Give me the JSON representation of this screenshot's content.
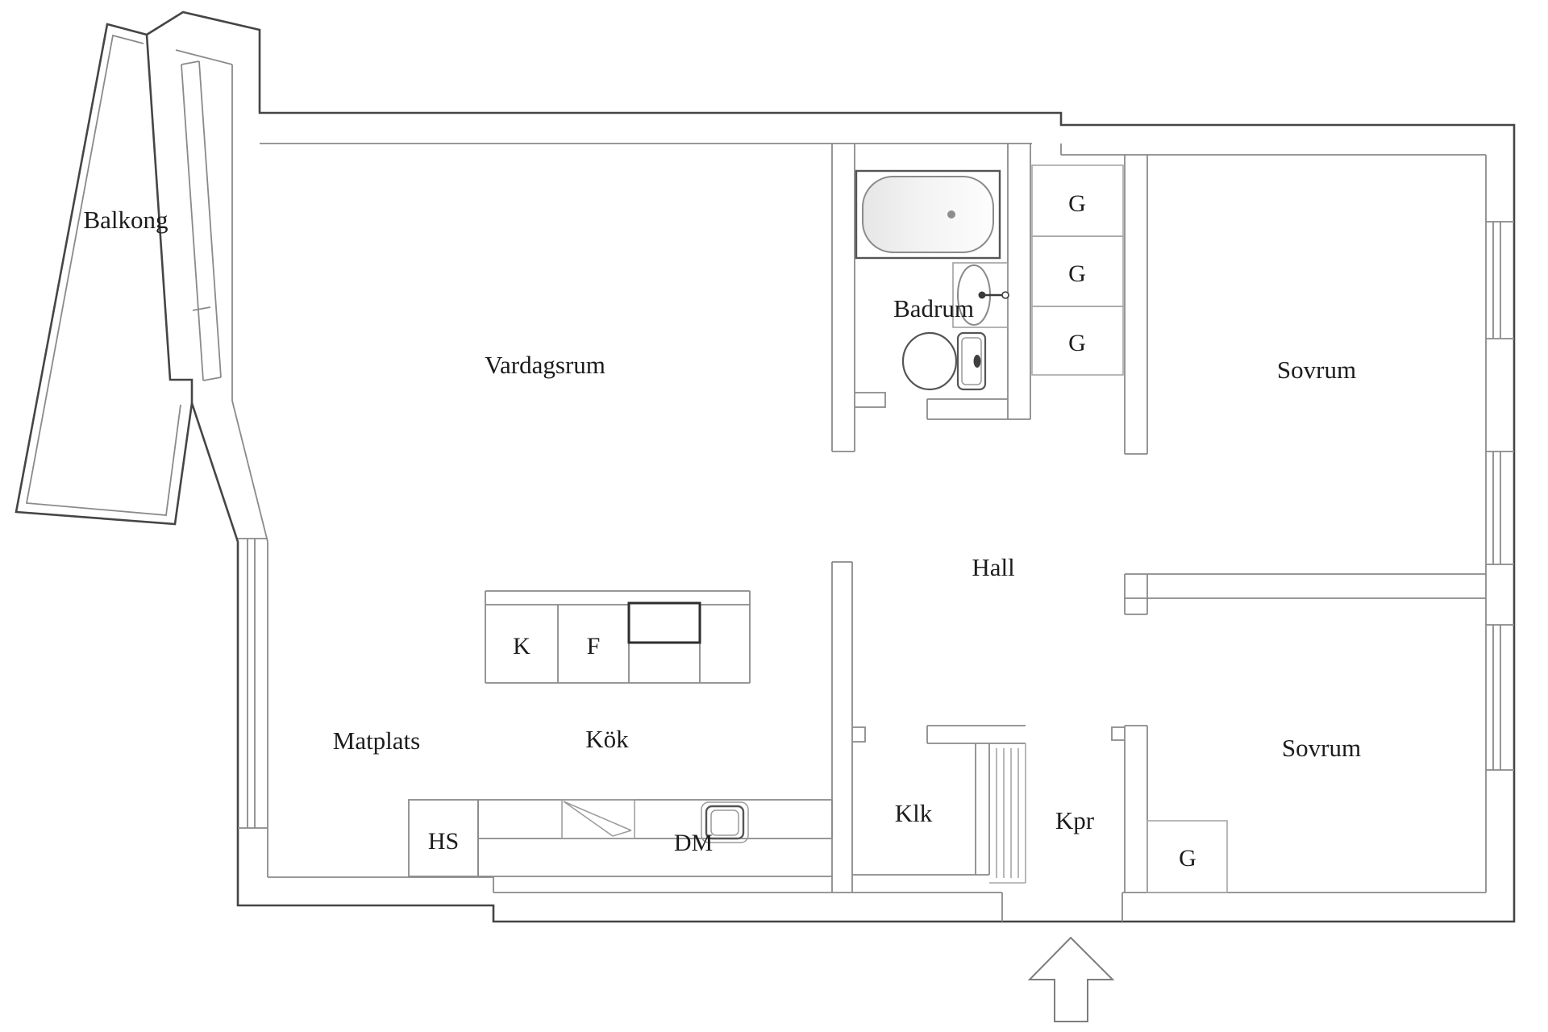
{
  "document": {
    "type": "apartment-floor-plan",
    "language": "Swedish"
  },
  "colors": {
    "background": "#ffffff",
    "wall_dark": "#454545",
    "wall_mid": "#8a8a8a",
    "wall_light": "#a6a6a6",
    "text": "#1c1c1c",
    "accent_dark": "#2e2e2e"
  },
  "labels": {
    "balkong": {
      "text": "Balkong"
    },
    "vardagsrum": {
      "text": "Vardagsrum"
    },
    "badrum": {
      "text": "Badrum"
    },
    "sovrum_top": {
      "text": "Sovrum"
    },
    "g1": {
      "text": "G"
    },
    "g2": {
      "text": "G"
    },
    "g3": {
      "text": "G"
    },
    "hall": {
      "text": "Hall"
    },
    "k": {
      "text": "K"
    },
    "f": {
      "text": "F"
    },
    "kok": {
      "text": "Kök"
    },
    "matplats": {
      "text": "Matplats"
    },
    "hs": {
      "text": "HS"
    },
    "dm": {
      "text": "DM"
    },
    "klk": {
      "text": "Klk"
    },
    "kpr": {
      "text": "Kpr"
    },
    "g4": {
      "text": "G"
    },
    "sovrum_bottom": {
      "text": "Sovrum"
    }
  },
  "icons": [
    "bathtub-icon",
    "bathroom-sink-icon",
    "toilet-icon",
    "stove-icon",
    "kitchen-sink-icon",
    "entrance-arrow-icon",
    "sliding-door-icon",
    "wardrobe-box-icon",
    "window-icon"
  ]
}
